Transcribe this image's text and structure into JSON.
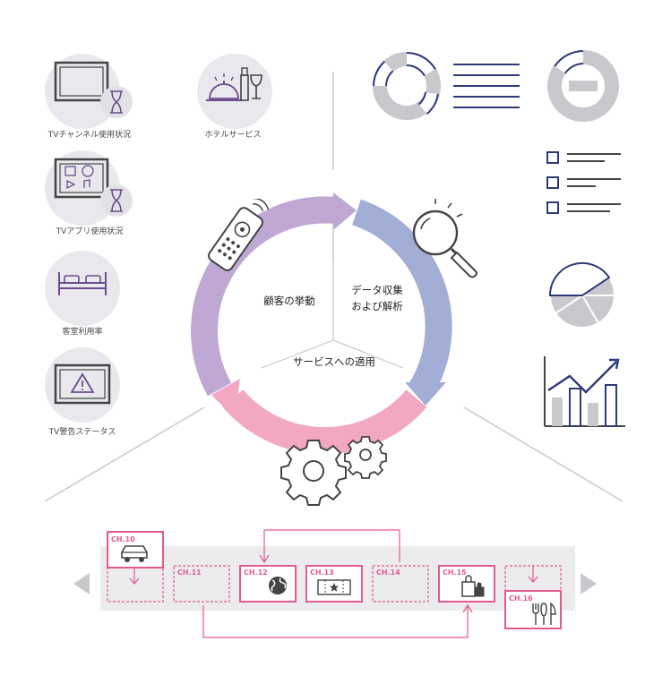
{
  "left_icons": [
    {
      "id": "tv-channel",
      "label": "TVチャンネル使用状況",
      "icon": "tv-hourglass-icon"
    },
    {
      "id": "hotel",
      "label": "ホテルサービス",
      "icon": "hotel-service-icon"
    },
    {
      "id": "tv-app",
      "label": "TVアプリ使用状況",
      "icon": "tv-apps-icon"
    },
    {
      "id": "room",
      "label": "客室利用率",
      "icon": "bed-icon"
    },
    {
      "id": "tv-alert",
      "label": "TV警告ステータス",
      "icon": "tv-warning-icon"
    }
  ],
  "cycle": {
    "segment_left": "顧客の挙動",
    "segment_right_line1": "データ収集",
    "segment_right_line2": "および解析",
    "segment_bottom": "サービスへの適用",
    "colors": {
      "purple": "#bfa9d4",
      "blue": "#a3aed6",
      "pink": "#f2a8c3"
    }
  },
  "channels": [
    {
      "label": "CH.10",
      "icon": "car-icon",
      "raised": true
    },
    {
      "label": "CH.11",
      "icon": "",
      "raised": false
    },
    {
      "label": "CH.12",
      "icon": "globe-icon",
      "raised": false
    },
    {
      "label": "CH.13",
      "icon": "ticket-icon",
      "raised": false
    },
    {
      "label": "CH.14",
      "icon": "",
      "raised": false
    },
    {
      "label": "CH.15",
      "icon": "shopping-bag-icon",
      "raised": false
    },
    {
      "label": "CH.16",
      "icon": "fork-knife-icon",
      "raised": true
    }
  ],
  "colors": {
    "accent": "#e35a8c",
    "navy": "#2e3a7a",
    "purple": "#6b4e8f",
    "gray": "#c9c8cc"
  }
}
